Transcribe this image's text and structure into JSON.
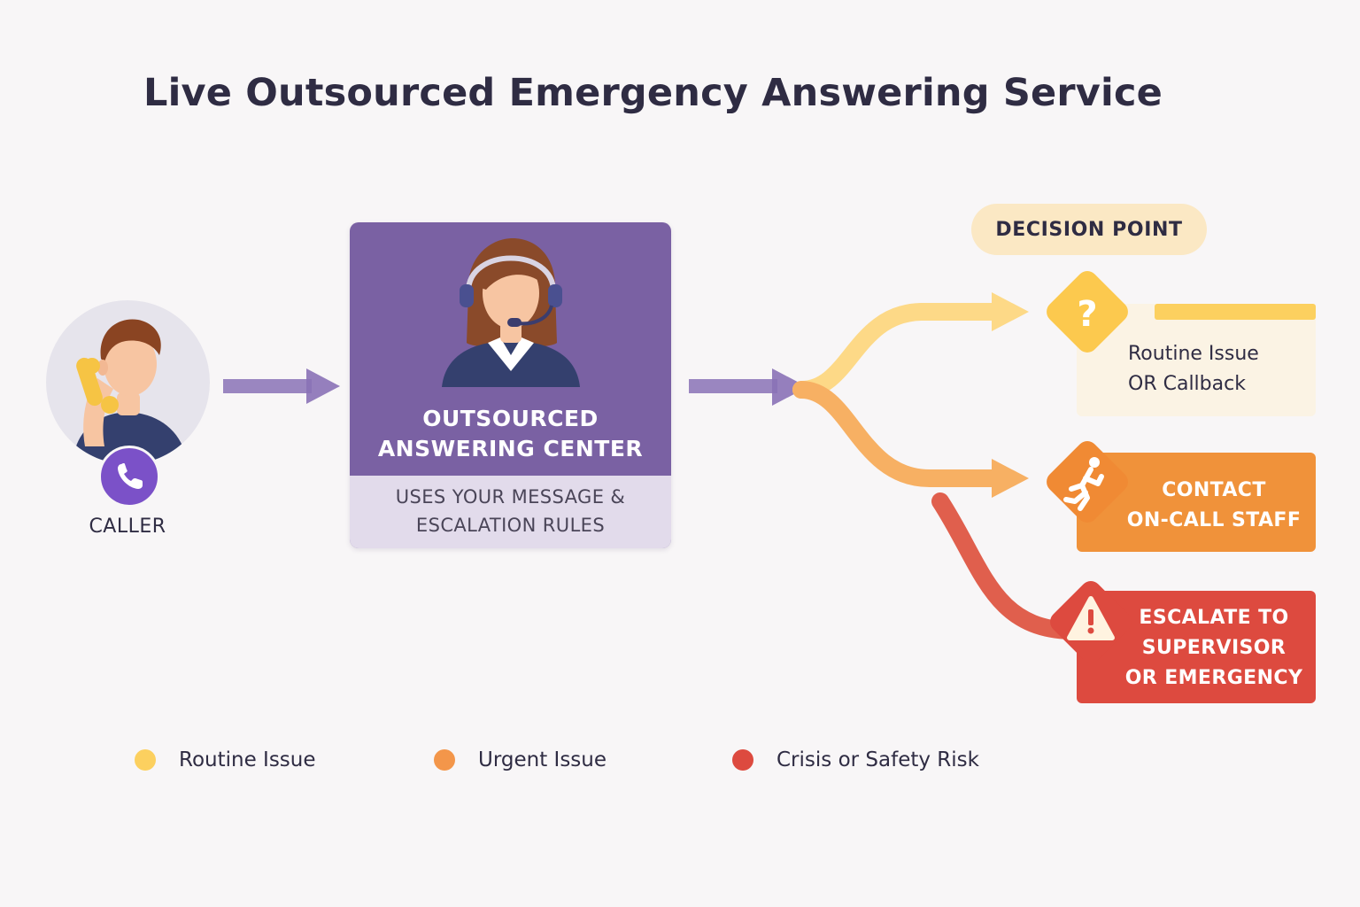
{
  "title": "Live Outsourced Emergency Answering Service",
  "caller": {
    "label": "CALLER"
  },
  "center": {
    "title_line1": "OUTSOURCED",
    "title_line2": "ANSWERING CENTER",
    "subtitle_line1": "USES YOUR MESSAGE &",
    "subtitle_line2": "ESCALATION RULES"
  },
  "decision": {
    "label": "DECISION POINT"
  },
  "outcomes": {
    "routine": {
      "line1": "Routine Issue",
      "line2": "OR Callback",
      "icon": "question-mark-icon"
    },
    "contact": {
      "line1": "CONTACT",
      "line2": "ON-CALL STAFF",
      "icon": "running-person-icon"
    },
    "escalate": {
      "line1": "ESCALATE TO",
      "line2": "SUPERVISOR",
      "line3": "OR EMERGENCY",
      "icon": "warning-icon"
    }
  },
  "legend": [
    {
      "label": "Routine Issue",
      "color": "#fcd05f"
    },
    {
      "label": "Urgent Issue",
      "color": "#f3964a"
    },
    {
      "label": "Crisis or Safety Risk",
      "color": "#dd4a3f"
    }
  ],
  "colors": {
    "purple": "#7a61a3",
    "arrow_purple": "#8a72b6",
    "yellow": "#fcd05f",
    "orange": "#f0923a",
    "red": "#dd4a3f"
  }
}
